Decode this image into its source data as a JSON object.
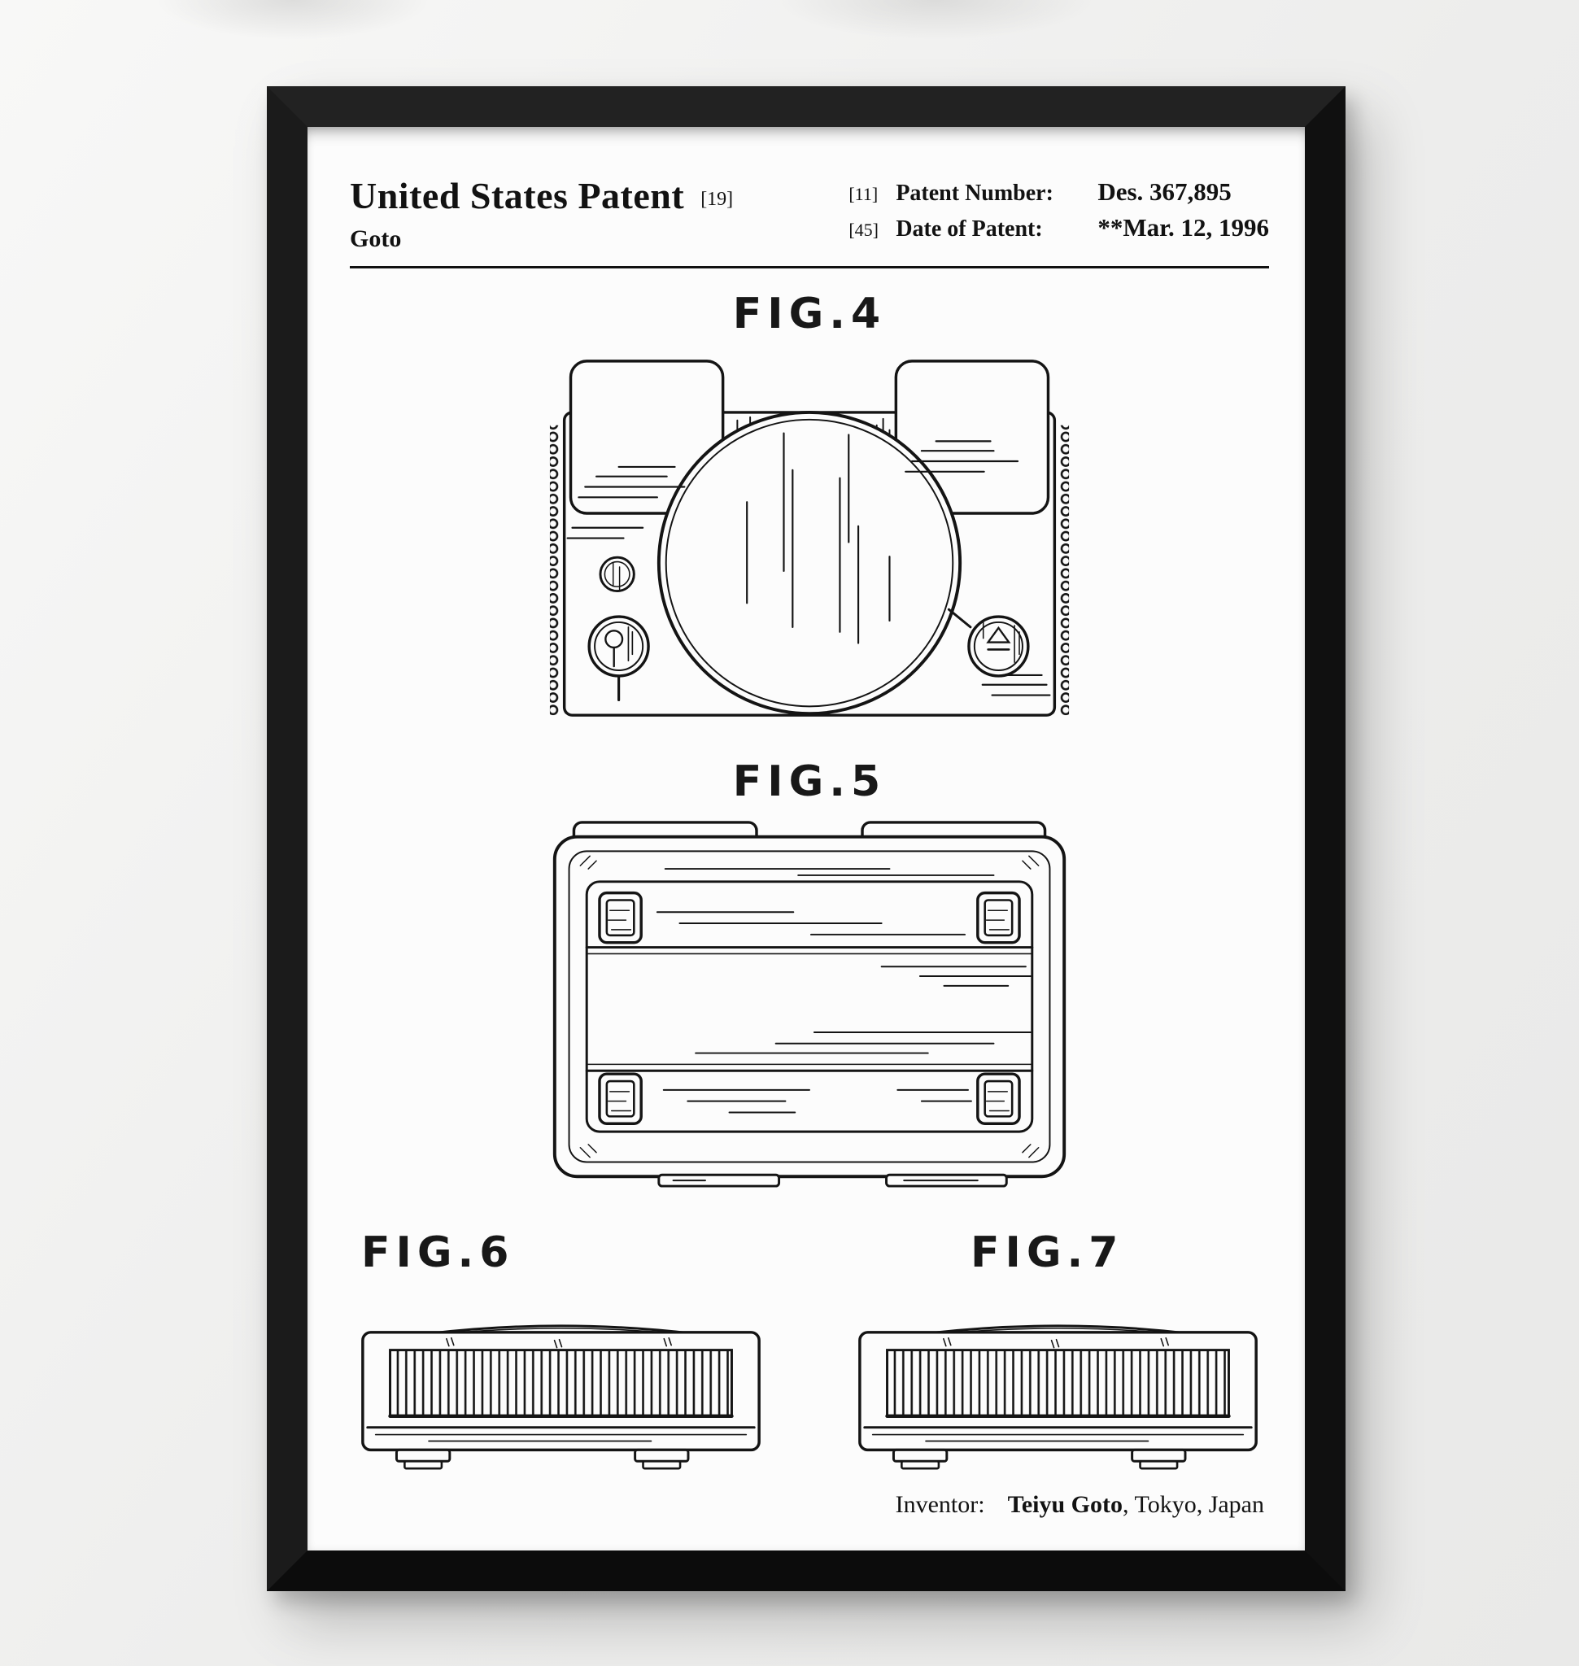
{
  "header": {
    "title": "United States Patent",
    "title_bracket": "[19]",
    "applicant": "Goto",
    "patent_number_bracket": "[11]",
    "patent_number_label": "Patent Number:",
    "patent_number_value": "Des. 367,895",
    "date_bracket": "[45]",
    "date_label": "Date of Patent:",
    "date_value": "**Mar. 12, 1996"
  },
  "figures": [
    {
      "label": "FIG.4",
      "depicts": "game-console-top-view-drawing"
    },
    {
      "label": "FIG.5",
      "depicts": "game-console-bottom-view-drawing"
    },
    {
      "label": "FIG.6",
      "depicts": "game-console-side-view-drawing"
    },
    {
      "label": "FIG.7",
      "depicts": "game-console-side-view-drawing"
    }
  ],
  "footer": {
    "inventor_label": "Inventor:",
    "inventor_name": "Teiyu Goto",
    "inventor_location": ", Tokyo, Japan"
  },
  "colors": {
    "frame": "#161616",
    "paper": "#fcfcfc",
    "ink": "#141414",
    "wall": "#ededec"
  }
}
